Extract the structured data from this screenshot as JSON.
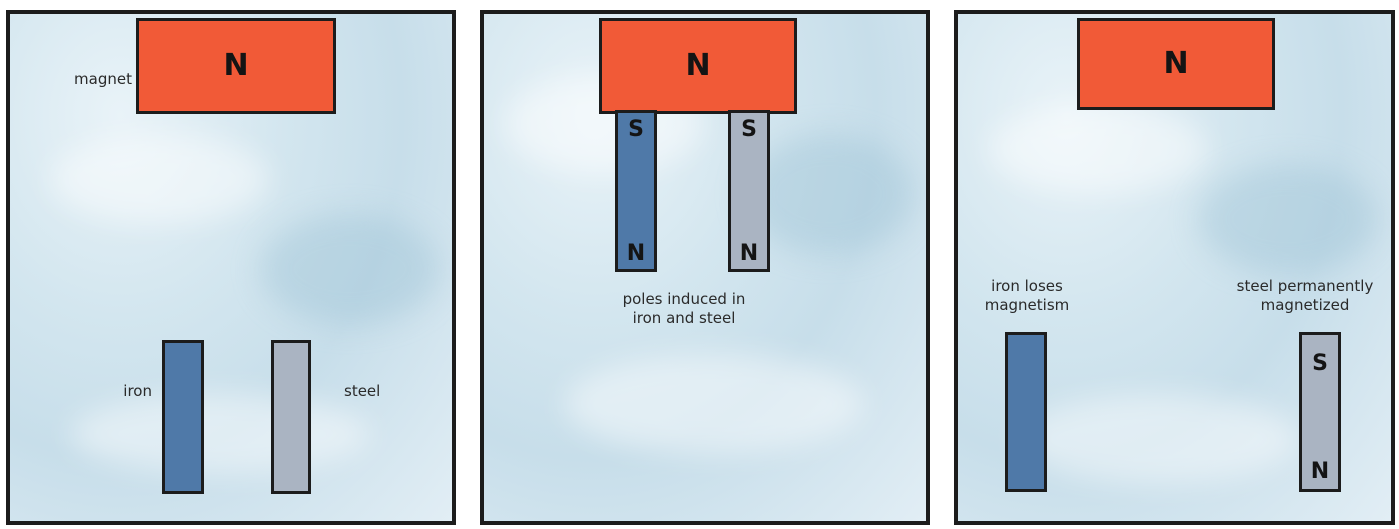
{
  "panel1": {
    "magnet_label": "magnet",
    "magnet_pole": "N",
    "iron_label": "iron",
    "steel_label": "steel"
  },
  "panel2": {
    "magnet_pole": "N",
    "iron_top_pole": "S",
    "iron_bottom_pole": "N",
    "steel_top_pole": "S",
    "steel_bottom_pole": "N",
    "caption_line1": "poles induced in",
    "caption_line2": "iron and steel"
  },
  "panel3": {
    "magnet_pole": "N",
    "iron_caption_line1": "iron loses",
    "iron_caption_line2": "magnetism",
    "steel_caption_line1": "steel permanently",
    "steel_caption_line2": "magnetized",
    "steel_top_pole": "S",
    "steel_bottom_pole": "N"
  },
  "colors": {
    "magnet": "#f15a37",
    "iron": "#4f79a8",
    "steel": "#aab4c2",
    "outline": "#1c1c1c",
    "background": "#d3e6ef"
  }
}
